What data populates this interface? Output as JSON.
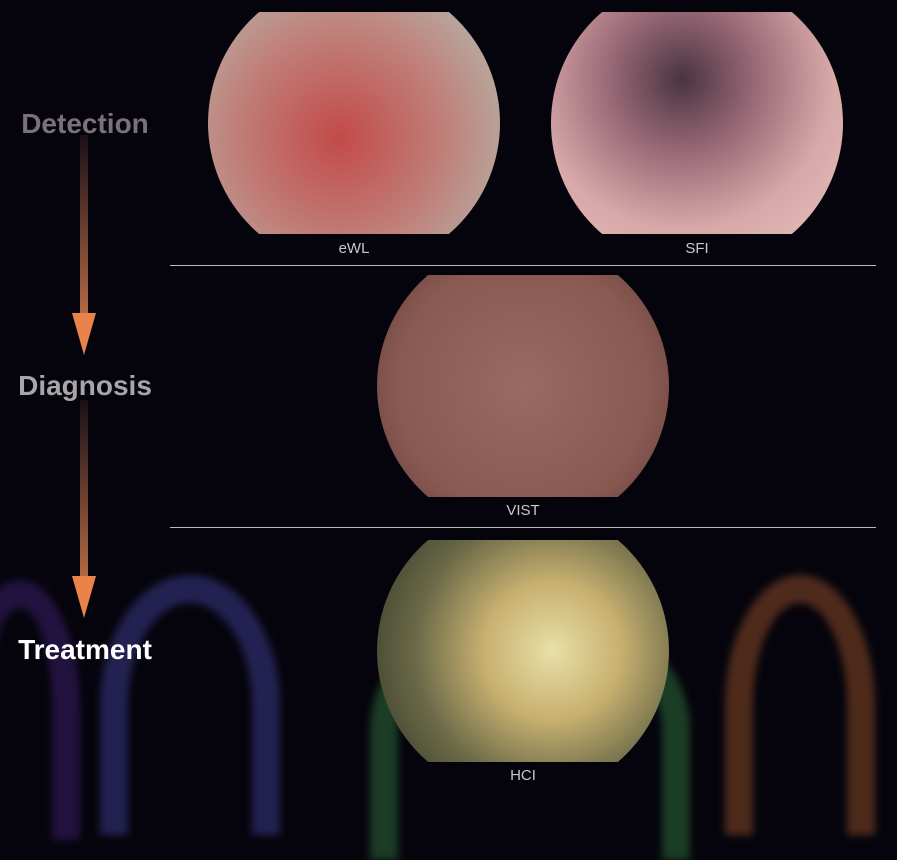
{
  "stages": {
    "detection": "Detection",
    "diagnosis": "Diagnosis",
    "treatment": "Treatment"
  },
  "images": {
    "ewl": "eWL",
    "sfi": "SFI",
    "vist": "VIST",
    "hci": "HCI"
  },
  "colors": {
    "arrow": "#e9834a",
    "detection": "#7a7277",
    "diagnosis": "#a9a4a8",
    "treatment": "#ffffff"
  }
}
